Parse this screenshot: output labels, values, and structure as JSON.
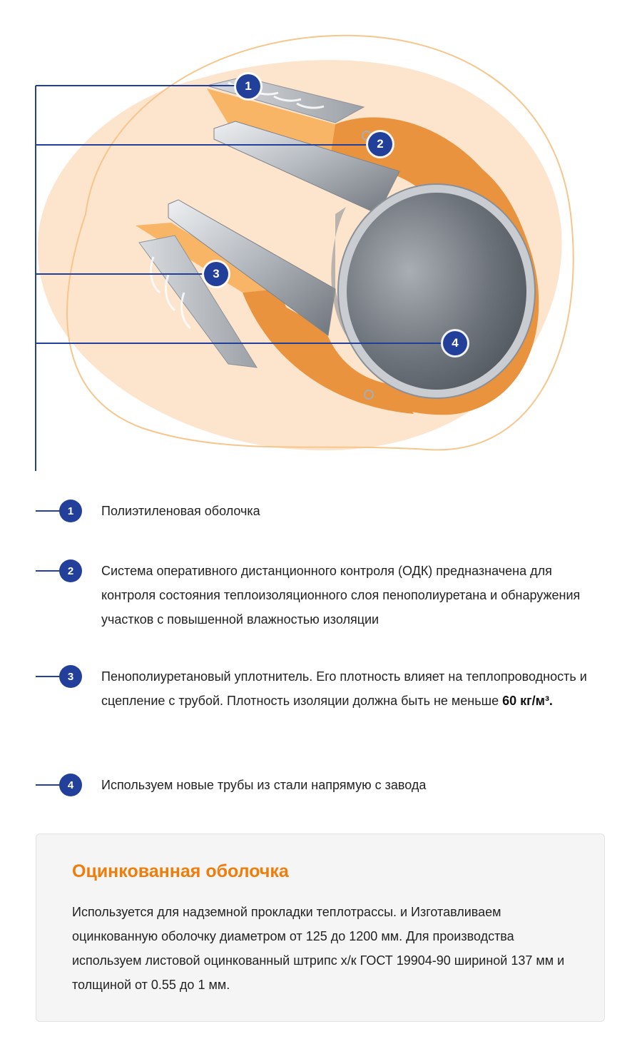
{
  "legend": {
    "items": [
      {
        "num": "1",
        "text": "Полиэтиленовая оболочка"
      },
      {
        "num": "2",
        "text": "Система оперативного дистанционного контроля (ОДК) предназначена для контроля состояния теплоизоляционного слоя пенополиуретана и обнаружения участков с повышенной влажностью изоляции"
      },
      {
        "num": "3",
        "text": "Пенополиуретановый уплотнитель. Его плотность влияет на теплопроводность и сцепление с трубой. Плотность изоляции должна быть не меньше",
        "emphasis": "60 кг/м³."
      },
      {
        "num": "4",
        "text": "Используем новые трубы из стали напрямую с завода"
      }
    ]
  },
  "card": {
    "title": "Оцинкованная оболочка",
    "text": "Используется для надземной прокладки теплотрассы. и Изготавливаем оцинкованную оболочку диаметром от 125 до 1200 мм. Для производства используем листовой оцинкованный штрипс х/к ГОСТ 19904-90 шириной 137 мм и толщиной от 0.55 до 1 мм."
  },
  "colors": {
    "accent_blue": "#22409a",
    "accent_orange": "#f07d0a",
    "foam_orange": "#f5a04a",
    "blob_peach": "#fde4cc"
  }
}
